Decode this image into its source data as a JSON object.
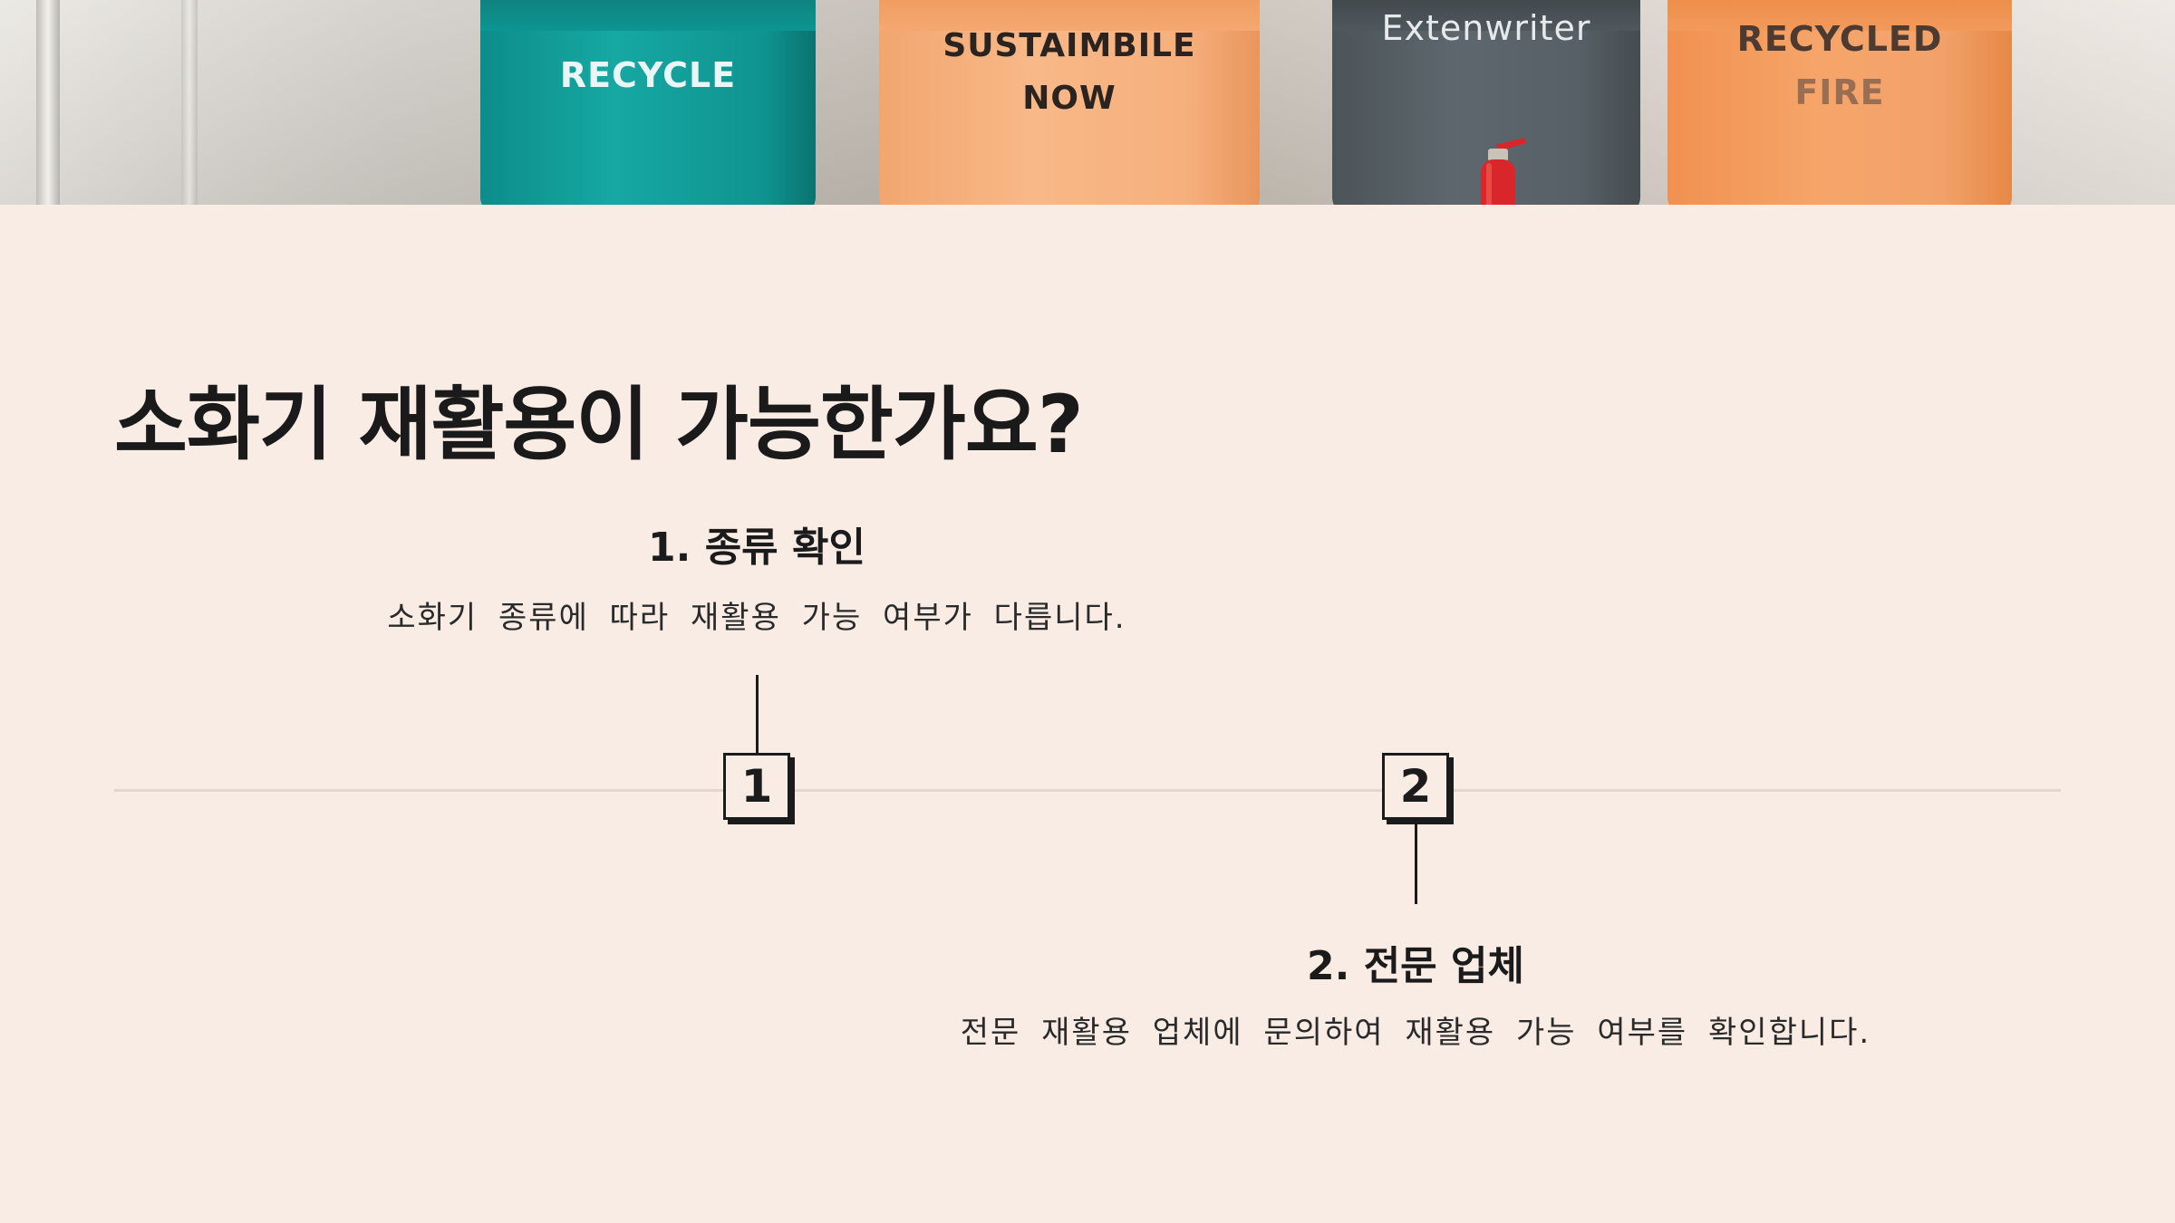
{
  "hero": {
    "bins": [
      {
        "label": "RECYCLE",
        "color": "#16a8a3"
      },
      {
        "label": "SUSTAIMBILE\nNOW",
        "color": "#f8b888"
      },
      {
        "label": "Extenwriter",
        "color": "#5d676d"
      },
      {
        "label_line1": "RECYCLED",
        "label_line2": "FIRE",
        "color": "#f6a56a"
      }
    ],
    "object_icon": "fire-extinguisher-icon"
  },
  "title": "소화기 재활용이 가능한가요?",
  "steps": [
    {
      "number": "1",
      "title": "1. 종류 확인",
      "description": "소화기 종류에 따라 재활용 가능 여부가 다릅니다."
    },
    {
      "number": "2",
      "title": "2. 전문 업체",
      "description": "전문 재활용 업체에 문의하여 재활용 가능 여부를 확인합니다."
    }
  ],
  "colors": {
    "background": "#f8ece5",
    "text": "#1b1b1b",
    "timeline": "#e2d7d0"
  }
}
